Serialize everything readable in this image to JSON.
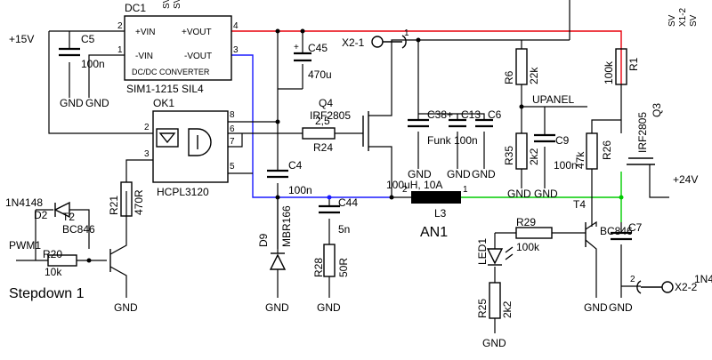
{
  "title": "Stepdown 1",
  "rails": {
    "plus15v": "+15V",
    "plus24v": "+24V",
    "upanel": "UPANEL",
    "pwm": "PWM1"
  },
  "gnd": "GND",
  "colors": {
    "red": "#e8000b",
    "blue": "#1a1aff",
    "green": "#00cc00",
    "black": "#000000",
    "bg": "#ffffff"
  },
  "dc1": {
    "ref": "DC1",
    "name": "DC/DC CONVERTER",
    "part": "SIM1-1215 SIL4",
    "pins": {
      "vin_p": "+VIN",
      "vin_n": "-VIN",
      "vout_p": "+VOUT",
      "vout_n": "-VOUT"
    },
    "pin_numbers": [
      "2",
      "1",
      "4",
      "3"
    ]
  },
  "ok1": {
    "ref": "OK1",
    "part": "HCPL3120",
    "pin_numbers": [
      "2",
      "3",
      "8",
      "6",
      "7",
      "5"
    ]
  },
  "capacitors": {
    "c5": {
      "ref": "C5",
      "value": "100n"
    },
    "c45": {
      "ref": "C45",
      "value": "470u"
    },
    "c4": {
      "ref": "C4",
      "value": "100n"
    },
    "c44": {
      "ref": "C44",
      "value": "5n"
    },
    "c38": {
      "ref": "C38+",
      "value": "Funk"
    },
    "c13": {
      "ref": "C13",
      "value": "100n"
    },
    "c6": {
      "ref": "C6",
      "value": ""
    },
    "c9": {
      "ref": "C9",
      "value": "100n"
    },
    "c7": {
      "ref": "C7",
      "value": ""
    }
  },
  "resistors": {
    "r24": {
      "ref": "R24",
      "value": "2,5"
    },
    "r21": {
      "ref": "R21",
      "value": "470R"
    },
    "r20": {
      "ref": "R20",
      "value": "10k"
    },
    "r28": {
      "ref": "R28",
      "value": "50R"
    },
    "r6": {
      "ref": "R6",
      "value": "22k"
    },
    "r35": {
      "ref": "R35",
      "value": "2k2"
    },
    "r1": {
      "ref": "R1",
      "value": "100k"
    },
    "r26": {
      "ref": "R26",
      "value": "47k"
    },
    "r29": {
      "ref": "R29",
      "value": "100k"
    },
    "r25": {
      "ref": "R25",
      "value": "2k2"
    }
  },
  "transistors": {
    "q4": {
      "ref": "Q4",
      "part": "IRF2805"
    },
    "q3": {
      "ref": "Q3",
      "part": "IRF2805"
    },
    "t2": {
      "ref": "T2",
      "part": "BC846"
    },
    "t4": {
      "ref": "T4",
      "part": "BC846"
    }
  },
  "diodes": {
    "d2": {
      "ref": "D2",
      "part": "1N4148"
    },
    "d9": {
      "ref": "D9",
      "part": "MBR166"
    },
    "led1": {
      "ref": "LED1"
    },
    "d_partial": {
      "ref": "1N4"
    }
  },
  "inductor": {
    "ref": "L3",
    "value": "100uH, 10A",
    "group": "AN1",
    "pin1": "1",
    "pin2": "2"
  },
  "connectors": {
    "x2_1": {
      "ref": "X2-1",
      "pin": "1"
    },
    "x2_2": {
      "ref": "X2-2",
      "pin": "2"
    },
    "top_right": [
      "SV",
      "SV",
      "SV",
      "X1-2",
      "SV"
    ]
  }
}
